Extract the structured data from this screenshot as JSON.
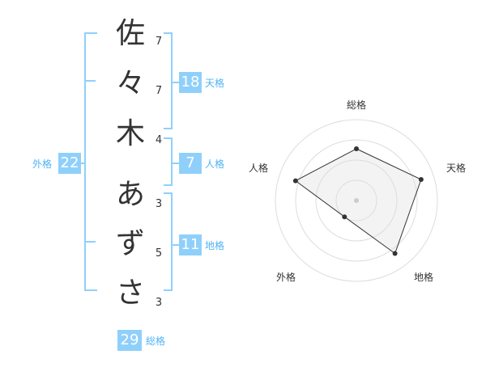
{
  "name_chars": [
    {
      "char": "佐",
      "strokes": "7"
    },
    {
      "char": "々",
      "strokes": "7"
    },
    {
      "char": "木",
      "strokes": "4"
    },
    {
      "char": "あ",
      "strokes": "3"
    },
    {
      "char": "ず",
      "strokes": "5"
    },
    {
      "char": "さ",
      "strokes": "3"
    }
  ],
  "groups": {
    "tenkaku": {
      "value": "18",
      "label": "天格"
    },
    "jinkaku": {
      "value": "7",
      "label": "人格"
    },
    "chikaku": {
      "value": "11",
      "label": "地格"
    },
    "gaikaku": {
      "value": "22",
      "label": "外格"
    },
    "soukaku": {
      "value": "29",
      "label": "総格"
    }
  },
  "colors": {
    "accent": "#8fd0fb",
    "accent_text": "#4fb3f5",
    "text": "#333333"
  },
  "chart_data": {
    "type": "radar",
    "axes": [
      "総格",
      "天格",
      "地格",
      "外格",
      "人格"
    ],
    "values": [
      0.64,
      0.84,
      0.81,
      0.25,
      0.79
    ],
    "range": [
      0,
      1
    ],
    "rings": 4,
    "grid": true
  }
}
